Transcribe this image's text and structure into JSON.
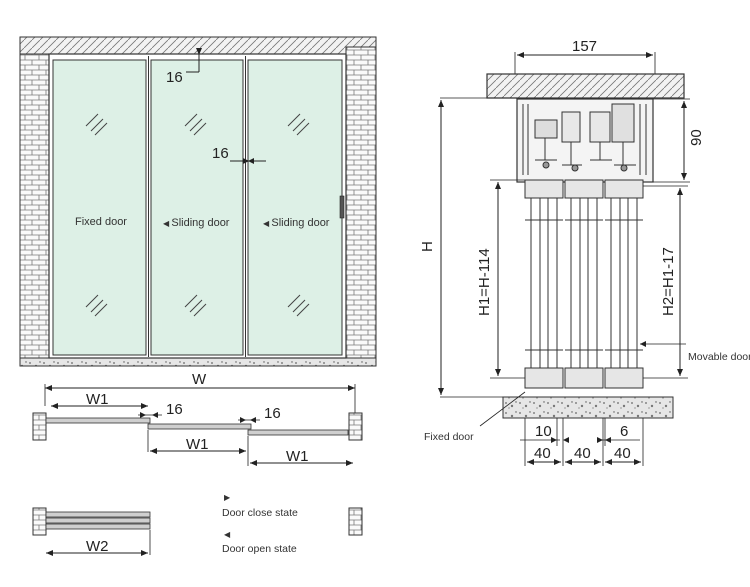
{
  "front_view": {
    "doors": [
      {
        "label": "Fixed door"
      },
      {
        "label": "Sliding door"
      },
      {
        "label": "Sliding door"
      }
    ],
    "dim_top_gap": "16",
    "dim_overlap": "16"
  },
  "plan_close": {
    "overall_width": "W",
    "w1_a": "W1",
    "w1_b": "W1",
    "w1_c": "W1",
    "overlap_a": "16",
    "overlap_b": "16",
    "legend": "Door close state"
  },
  "plan_open": {
    "width": "W2",
    "legend": "Door open state"
  },
  "section": {
    "dim_top": "157",
    "dim_track": "90",
    "height_total": "H",
    "height_fixed": "H1=H-114",
    "height_movable": "H2=H1-17",
    "label_movable": "Movable door",
    "label_fixed": "Fixed door",
    "dim_10": "10",
    "dim_6": "6",
    "dim_40_a": "40",
    "dim_40_b": "40",
    "dim_40_c": "40"
  }
}
